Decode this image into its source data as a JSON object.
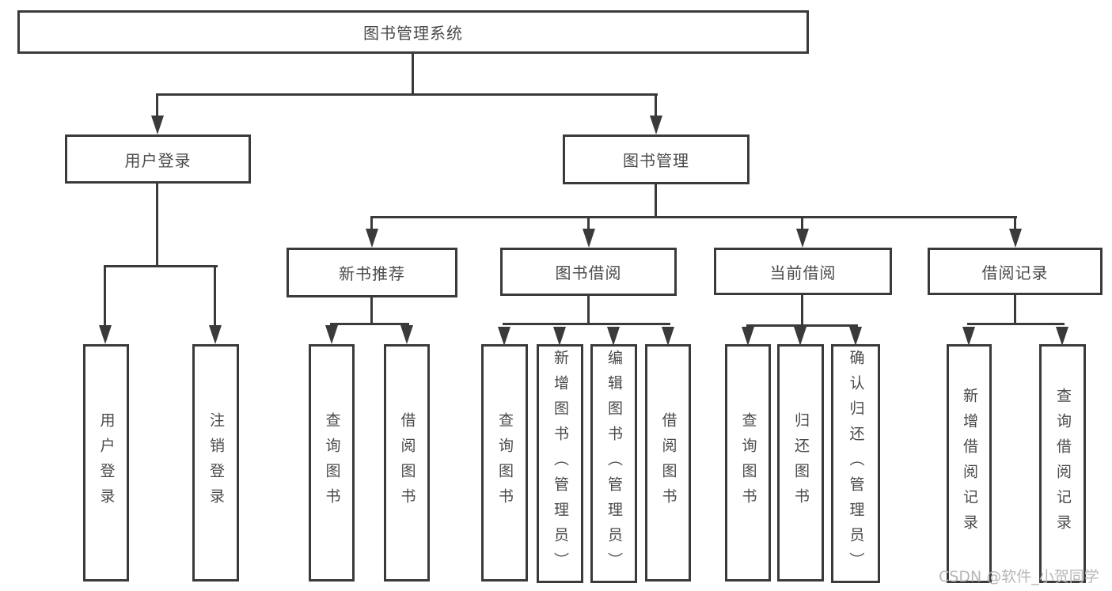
{
  "diagram": {
    "title": "图书管理系统",
    "level2": [
      "用户登录",
      "图书管理"
    ],
    "level3": [
      "新书推荐",
      "图书借阅",
      "当前借阅",
      "借阅记录"
    ],
    "leaves": {
      "user_login": [
        "用户登录",
        "注销登录"
      ],
      "new_book_recommend": [
        "查询图书",
        "借阅图书"
      ],
      "book_borrow": [
        "查询图书",
        "新增图书（管理员）",
        "编辑图书（管理员）",
        "借阅图书"
      ],
      "current_borrow": [
        "查询图书",
        "归还图书",
        "确认归还（管理员）"
      ],
      "borrow_records": [
        "新增借阅记录",
        "查询借阅记录"
      ]
    }
  },
  "watermark": "CSDN @软件_小贺同学",
  "colors": {
    "line": "#3a3a3a",
    "text": "#4a4a4a",
    "watermark": "#b8b8b8",
    "background": "#ffffff"
  }
}
